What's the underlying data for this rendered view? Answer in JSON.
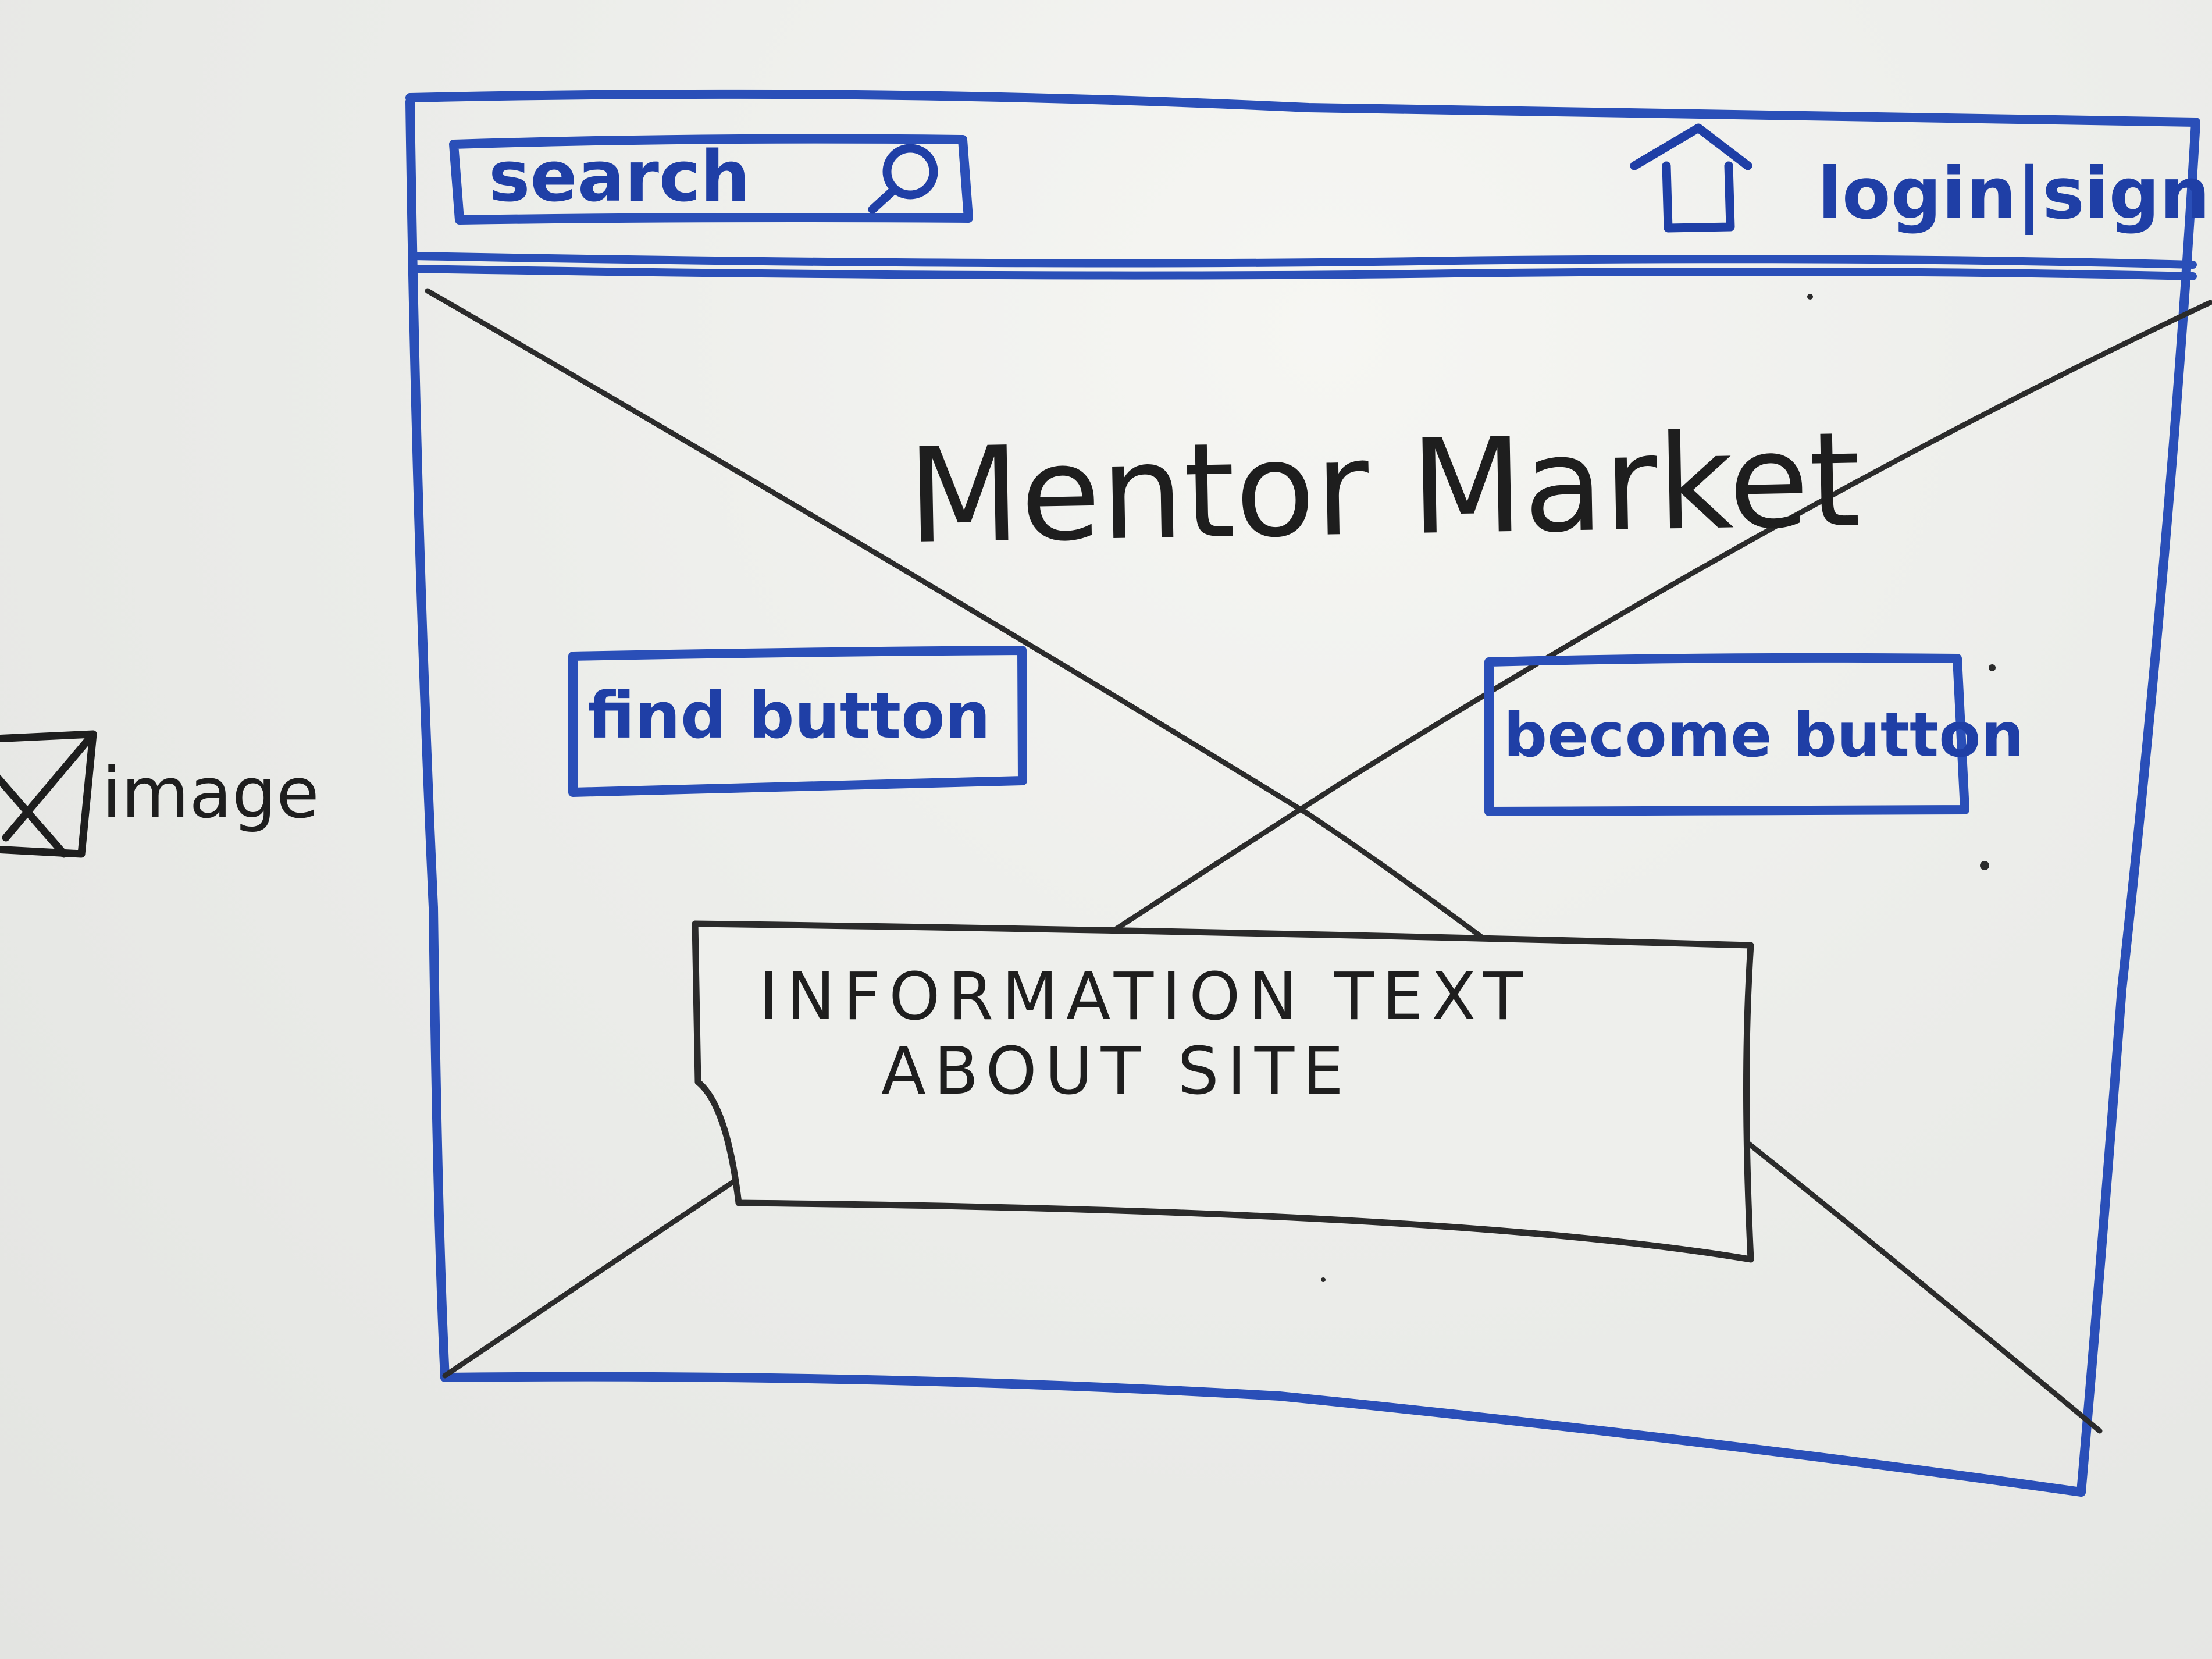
{
  "legend": {
    "label": "image"
  },
  "header": {
    "search_label": "search",
    "auth_label": "login|signup"
  },
  "hero": {
    "title": "Mentor Market"
  },
  "actions": {
    "find_label": "find button",
    "become_label": "become button"
  },
  "info": {
    "line1": "INFORMATION TEXT",
    "line2": "ABOUT SITE"
  },
  "icons": {
    "search": "search-icon",
    "home": "home-icon",
    "image_placeholder": "image-placeholder-icon"
  },
  "colors": {
    "marker_blue": "#2a4fb8",
    "marker_black": "#1e1e1e",
    "board": "#eeefec"
  }
}
